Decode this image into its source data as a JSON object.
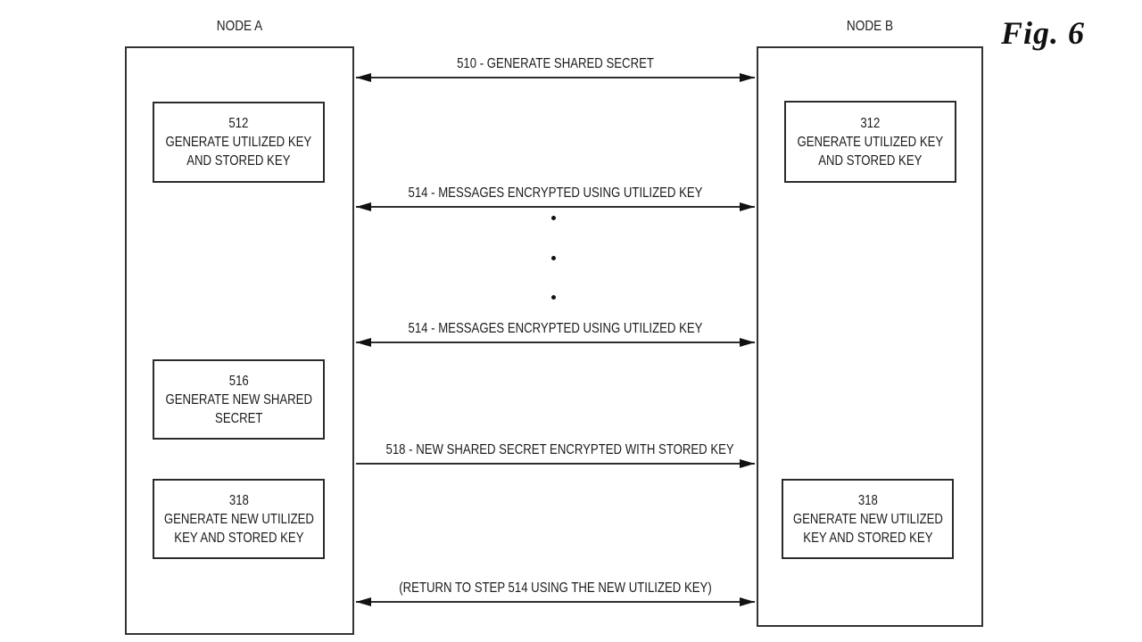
{
  "figure": {
    "label": "Fig. 6"
  },
  "colors": {
    "ink": "#1c1c1c",
    "line": "#2e2e2e",
    "background": "#ffffff"
  },
  "nodes": [
    {
      "id": "node-a",
      "title": "NODE A",
      "steps": [
        {
          "num": "512",
          "lines": [
            "GENERATE UTILIZED KEY",
            "AND STORED KEY"
          ]
        },
        {
          "num": "516",
          "lines": [
            "GENERATE NEW SHARED",
            "SECRET"
          ]
        },
        {
          "num": "318",
          "lines": [
            "GENERATE NEW UTILIZED",
            "KEY AND STORED KEY"
          ]
        }
      ]
    },
    {
      "id": "node-b",
      "title": "NODE B",
      "steps": [
        {
          "num": "312",
          "lines": [
            "GENERATE UTILIZED KEY",
            "AND STORED KEY"
          ]
        },
        {
          "num": "318",
          "lines": [
            "GENERATE NEW UTILIZED",
            "KEY AND STORED KEY"
          ]
        }
      ]
    }
  ],
  "messages": [
    {
      "label": "510 - GENERATE SHARED SECRET",
      "direction": "both"
    },
    {
      "label": "514 - MESSAGES ENCRYPTED USING UTILIZED KEY",
      "direction": "both"
    },
    {
      "label": "514 - MESSAGES ENCRYPTED USING UTILIZED KEY",
      "direction": "both"
    },
    {
      "label": "518 - NEW SHARED SECRET ENCRYPTED WITH STORED KEY",
      "direction": "right"
    },
    {
      "label": "(RETURN TO STEP 514 USING THE NEW UTILIZED KEY)",
      "direction": "both"
    }
  ],
  "ellipsis": {
    "dots": 3
  }
}
